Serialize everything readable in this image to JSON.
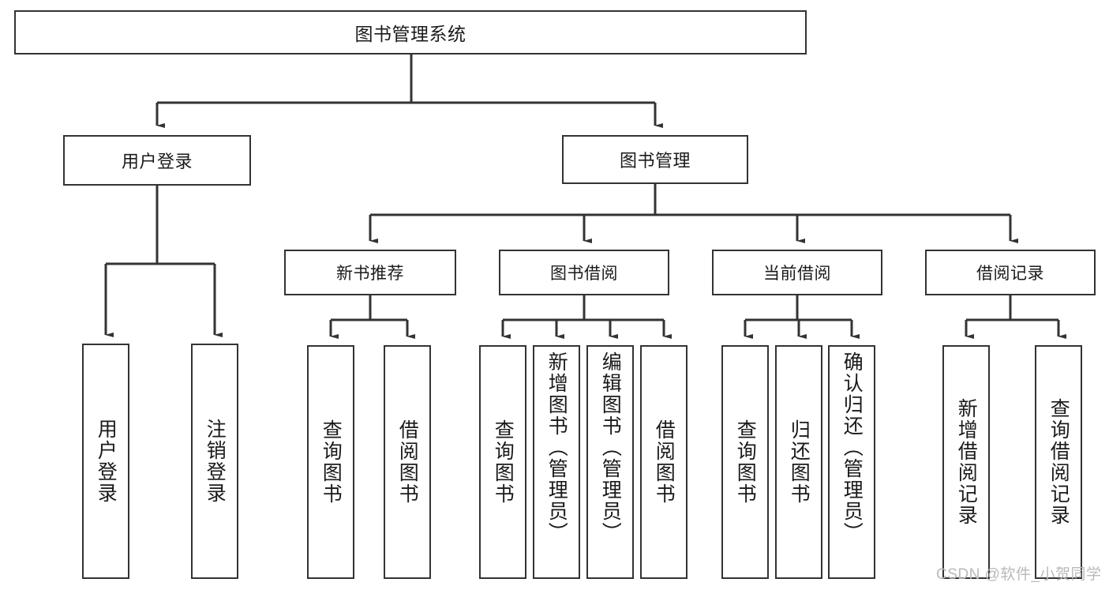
{
  "diagram": {
    "title": "图书管理系统",
    "watermark": "CSDN @软件_小贺同学",
    "colors": {
      "box_border": "#333333",
      "box_fill": "#ffffff",
      "connector": "#333333",
      "text": "#1a1a1a",
      "watermark": "#b9b9b9",
      "background": "#ffffff"
    },
    "root": {
      "label": "图书管理系统"
    },
    "level1": [
      {
        "label": "用户登录"
      },
      {
        "label": "图书管理"
      }
    ],
    "level2": [
      {
        "label": "新书推荐"
      },
      {
        "label": "图书借阅"
      },
      {
        "label": "当前借阅"
      },
      {
        "label": "借阅记录"
      }
    ],
    "leaves": {
      "user_login": [
        {
          "label": "用户登录"
        },
        {
          "label": "注销登录"
        }
      ],
      "new_book": [
        {
          "label": "查询图书"
        },
        {
          "label": "借阅图书"
        }
      ],
      "book_borrow": [
        {
          "label": "查询图书"
        },
        {
          "label": "新增图书（管理员）"
        },
        {
          "label": "编辑图书（管理员）"
        },
        {
          "label": "借阅图书"
        }
      ],
      "current_borrow": [
        {
          "label": "查询图书"
        },
        {
          "label": "归还图书"
        },
        {
          "label": "确认归还（管理员）"
        }
      ],
      "borrow_record": [
        {
          "label": "新增借阅记录"
        },
        {
          "label": "查询借阅记录"
        }
      ]
    }
  }
}
